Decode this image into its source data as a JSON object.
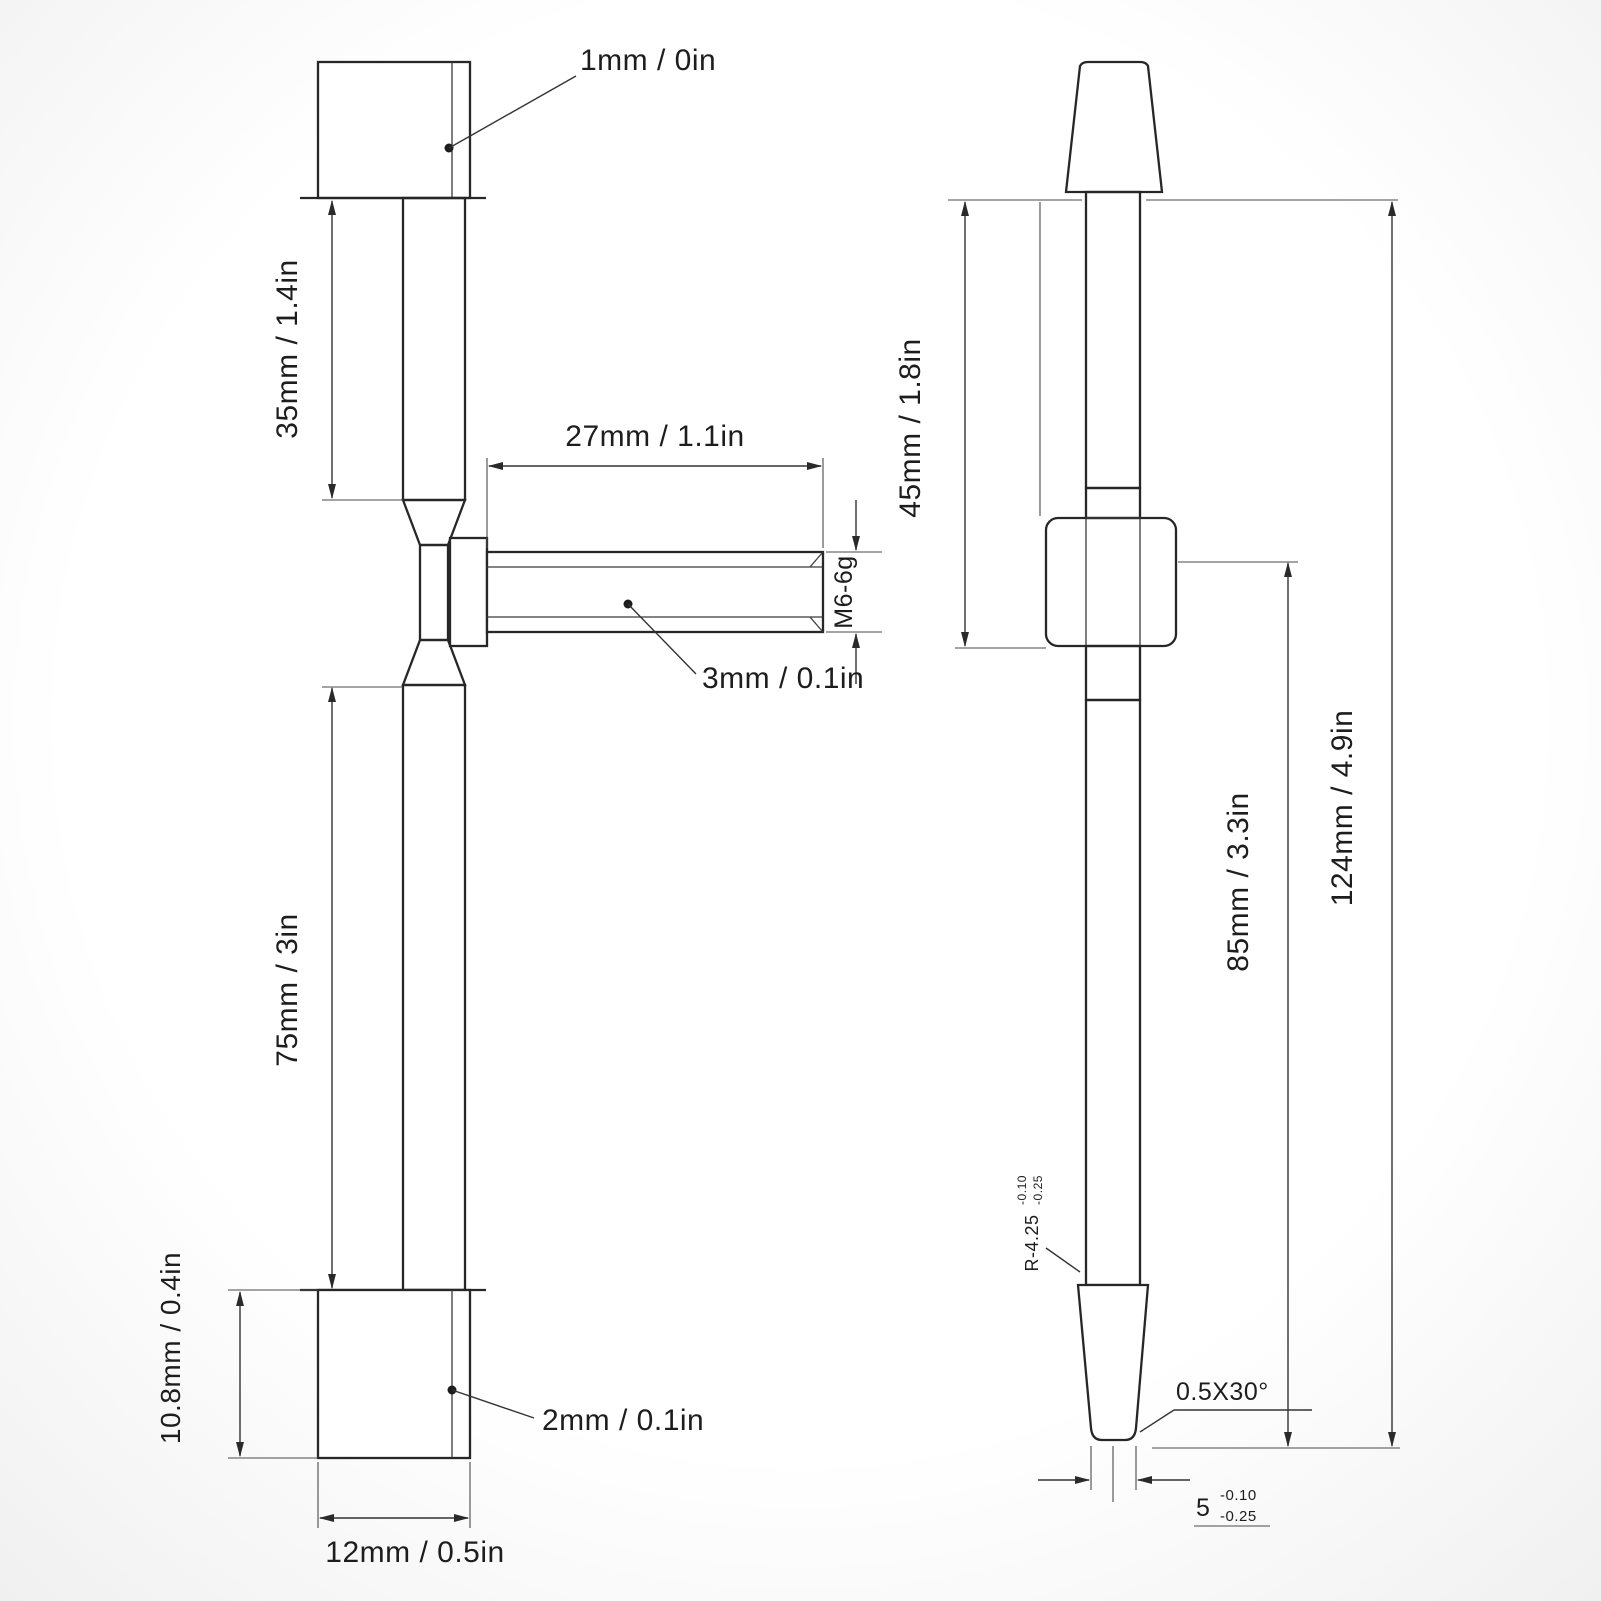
{
  "drawing": {
    "kind": "technical-dimension-drawing",
    "colors": {
      "line": "#272727",
      "dimension": "#333333",
      "background": "#ffffff",
      "hatch": "#777777"
    },
    "left": {
      "head_wall": "1mm / 0in",
      "upper_shaft": "35mm / 1.4in",
      "screw_length": "27mm / 1.1in",
      "screw_diameter": "3mm / 0.1in",
      "thread": "M6-6g",
      "lower_shaft": "75mm / 3in",
      "base_height": "10.8mm / 0.4in",
      "base_wall": "2mm / 0.1in",
      "base_width": "12mm / 0.5in"
    },
    "right": {
      "upper_section": "45mm / 1.8in",
      "overall": "124mm / 4.9in",
      "lower_section": "85mm / 3.3in",
      "radius": "R-4.25",
      "radius_tol_upper": "-0.10",
      "radius_tol_lower": "-0.25",
      "chamfer": "0.5X30°",
      "tip_diameter": "5",
      "tip_tol_upper": "-0.10",
      "tip_tol_lower": "-0.25"
    }
  }
}
